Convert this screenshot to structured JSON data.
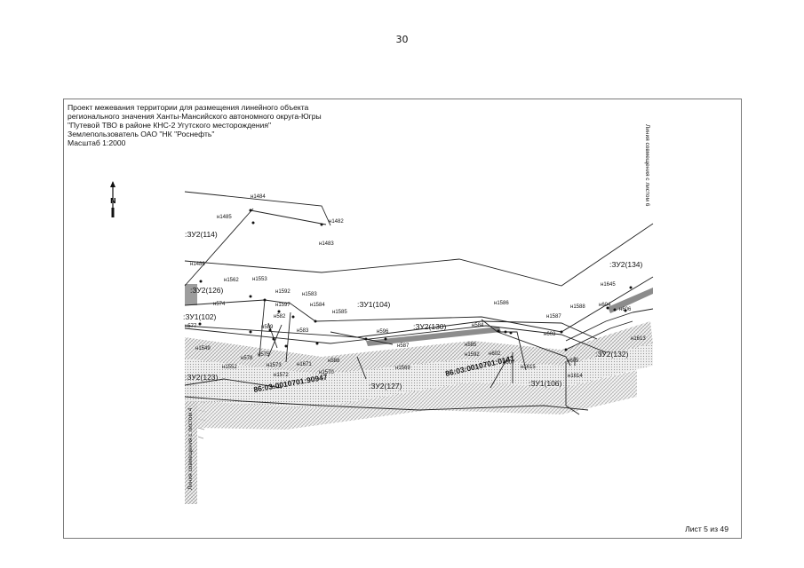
{
  "page": {
    "number": "30"
  },
  "title_block": {
    "line1": "Проект межевания территории для размещения линейного объекта",
    "line2": "регионального значения Ханты-Мансийского автономного округа-Югры",
    "line3": "\"Путевой ТВО в районе КНС-2 Угутского месторождения\"",
    "line4": "Землепользователь ОАО \"НК \"Роснефть\"",
    "line5": "Масштаб 1:2000"
  },
  "sheet_counter": "Лист 5 из 49",
  "north_arrow": {
    "letter": "N",
    "icon": "north-arrow-icon"
  },
  "match_lines": {
    "right": "Линия совмещения с листом 6",
    "left": "Линия совмещения с листом 4"
  },
  "parcels": {
    "zu2_114": ":ЗУ2(114)",
    "zu2_134": ":ЗУ2(134)",
    "zu2_126": ":ЗУ2(126)",
    "zu1_102": ":ЗУ1(102)",
    "zu1_104": ":ЗУ1(104)",
    "zu2_130": ":ЗУ2(130)",
    "zu2_132": ":ЗУ2(132)",
    "zu1_106": ":ЗУ1(106)",
    "zu2_127": ":ЗУ2(127)",
    "zu2_123": ":ЗУ2(123)"
  },
  "cadastral": {
    "c1": "86:03:0010701:0141",
    "c2": "86:03:0010701:90947"
  },
  "points": {
    "n1484": "н1484",
    "n1485": "н1485",
    "n1482": "н1482",
    "n1483": "н1483",
    "n1486": "н1486",
    "n1562": "н1562",
    "n1553": "н1553",
    "n574": "н574",
    "n1592": "н1592",
    "n1583": "н1583",
    "n1597": "н1597",
    "n1584": "н1584",
    "n582": "н582",
    "n1585": "н1585",
    "n577": "н577",
    "n589": "н589",
    "n583": "н583",
    "n1549": "н1549",
    "n578": "н578",
    "n575": "н575",
    "n1552": "н1552",
    "n1573": "н1573",
    "n1671": "н1671",
    "n588": "н588",
    "n1572": "н1572",
    "n1570": "н1570",
    "n596": "н596",
    "n587": "н587",
    "n1569": "н1569",
    "n1586": "н1586",
    "n1587": "н1587",
    "n1588": "н1588",
    "n604": "н604",
    "n606": "н606",
    "n1645": "н1645",
    "n584": "н584",
    "n603": "н603",
    "n585": "н585",
    "n1592b": "н1592",
    "n602": "н602",
    "n607": "н607",
    "n1615": "н1615",
    "n1613": "н1613",
    "n605": "н605",
    "n1614": "н1614"
  },
  "colors": {
    "hatch": "#9a9a9a",
    "road": "#c8c8c8",
    "line": "#222222",
    "corridor": "#8c8c8c"
  }
}
